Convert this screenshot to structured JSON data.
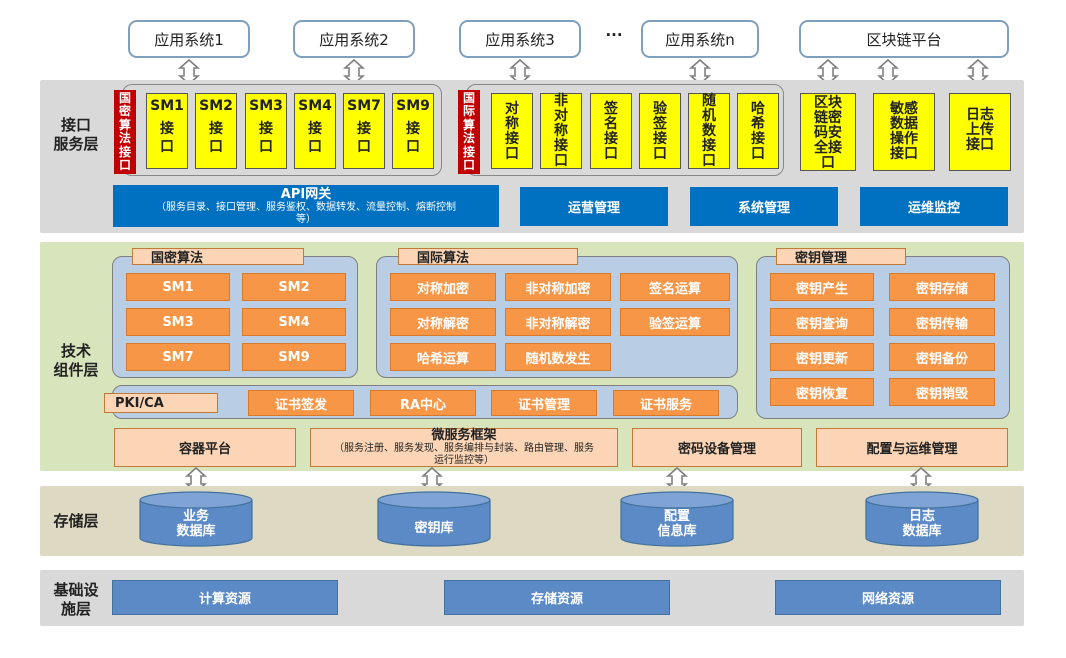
{
  "colors": {
    "accent_blue": "#0070c0",
    "orange": "#f79646",
    "peach": "#fbd5b5",
    "yellow": "#ffff00",
    "red_label": "#c00000",
    "interface_bg": "#d9d9d9",
    "tech_bg": "#d8e4bc",
    "storage_bg": "#ddd9c3",
    "infra_bg": "#d9d9d9"
  },
  "top_systems": [
    "应用系统1",
    "应用系统2",
    "应用系统3",
    "···",
    "应用系统n",
    "区块链平台"
  ],
  "interface_layer": {
    "name": "接口\n服务层",
    "guomi_label": "国\n密\n算\n法\n接\n口",
    "guomi_boxes": [
      {
        "title": "SM1",
        "sub": "接\n口"
      },
      {
        "title": "SM2",
        "sub": "接\n口"
      },
      {
        "title": "SM3",
        "sub": "接\n口"
      },
      {
        "title": "SM4",
        "sub": "接\n口"
      },
      {
        "title": "SM7",
        "sub": "接\n口"
      },
      {
        "title": "SM9",
        "sub": "接\n口"
      }
    ],
    "intl_label": "国\n际\n算\n法\n接\n口",
    "intl_boxes": [
      "对\n称\n接\n口",
      "非\n对\n称\n接\n口",
      "签\n名\n接\n口",
      "验\n签\n接\n口",
      "随\n机\n数\n接\n口",
      "哈\n希\n接\n口"
    ],
    "extra_boxes": [
      "区块\n链密\n码安\n全接\n口",
      "敏感\n数据\n操作\n接口",
      "日志\n上传\n接口"
    ],
    "api_gateway_title": "API网关",
    "api_gateway_desc": "（服务目录、接口管理、服务鉴权、数据转发、流量控制、熔断控制等）",
    "mgmt_buttons": [
      "运营管理",
      "系统管理",
      "运维监控"
    ]
  },
  "tech_layer": {
    "name": "技术\n组件层",
    "guomi_title": "国密算法",
    "guomi_items": [
      "SM1",
      "SM2",
      "SM3",
      "SM4",
      "SM7",
      "SM9"
    ],
    "intl_title": "国际算法",
    "intl_items": [
      "对称加密",
      "非对称加密",
      "签名运算",
      "对称解密",
      "非对称解密",
      "验签运算",
      "哈希运算",
      "随机数发生"
    ],
    "key_title": "密钥管理",
    "key_items": [
      "密钥产生",
      "密钥存储",
      "密钥查询",
      "密钥传输",
      "密钥更新",
      "密钥备份",
      "密钥恢复",
      "密钥销毁"
    ],
    "pki_title": "PKI/CA",
    "pki_items": [
      "证书签发",
      "RA中心",
      "证书管理",
      "证书服务"
    ],
    "platforms": {
      "container": "容器平台",
      "micro_title": "微服务框架",
      "micro_desc": "（服务注册、服务发现、服务编排与封装、路由管理、服务运行监控等）",
      "crypto_device": "密码设备管理",
      "config_ops": "配置与运维管理"
    }
  },
  "storage_layer": {
    "name": "存储层",
    "dbs": [
      "业务\n数据库",
      "密钥库",
      "配置\n信息库",
      "日志\n数据库"
    ]
  },
  "infra_layer": {
    "name": "基础设\n施层",
    "items": [
      "计算资源",
      "存储资源",
      "网络资源"
    ]
  }
}
